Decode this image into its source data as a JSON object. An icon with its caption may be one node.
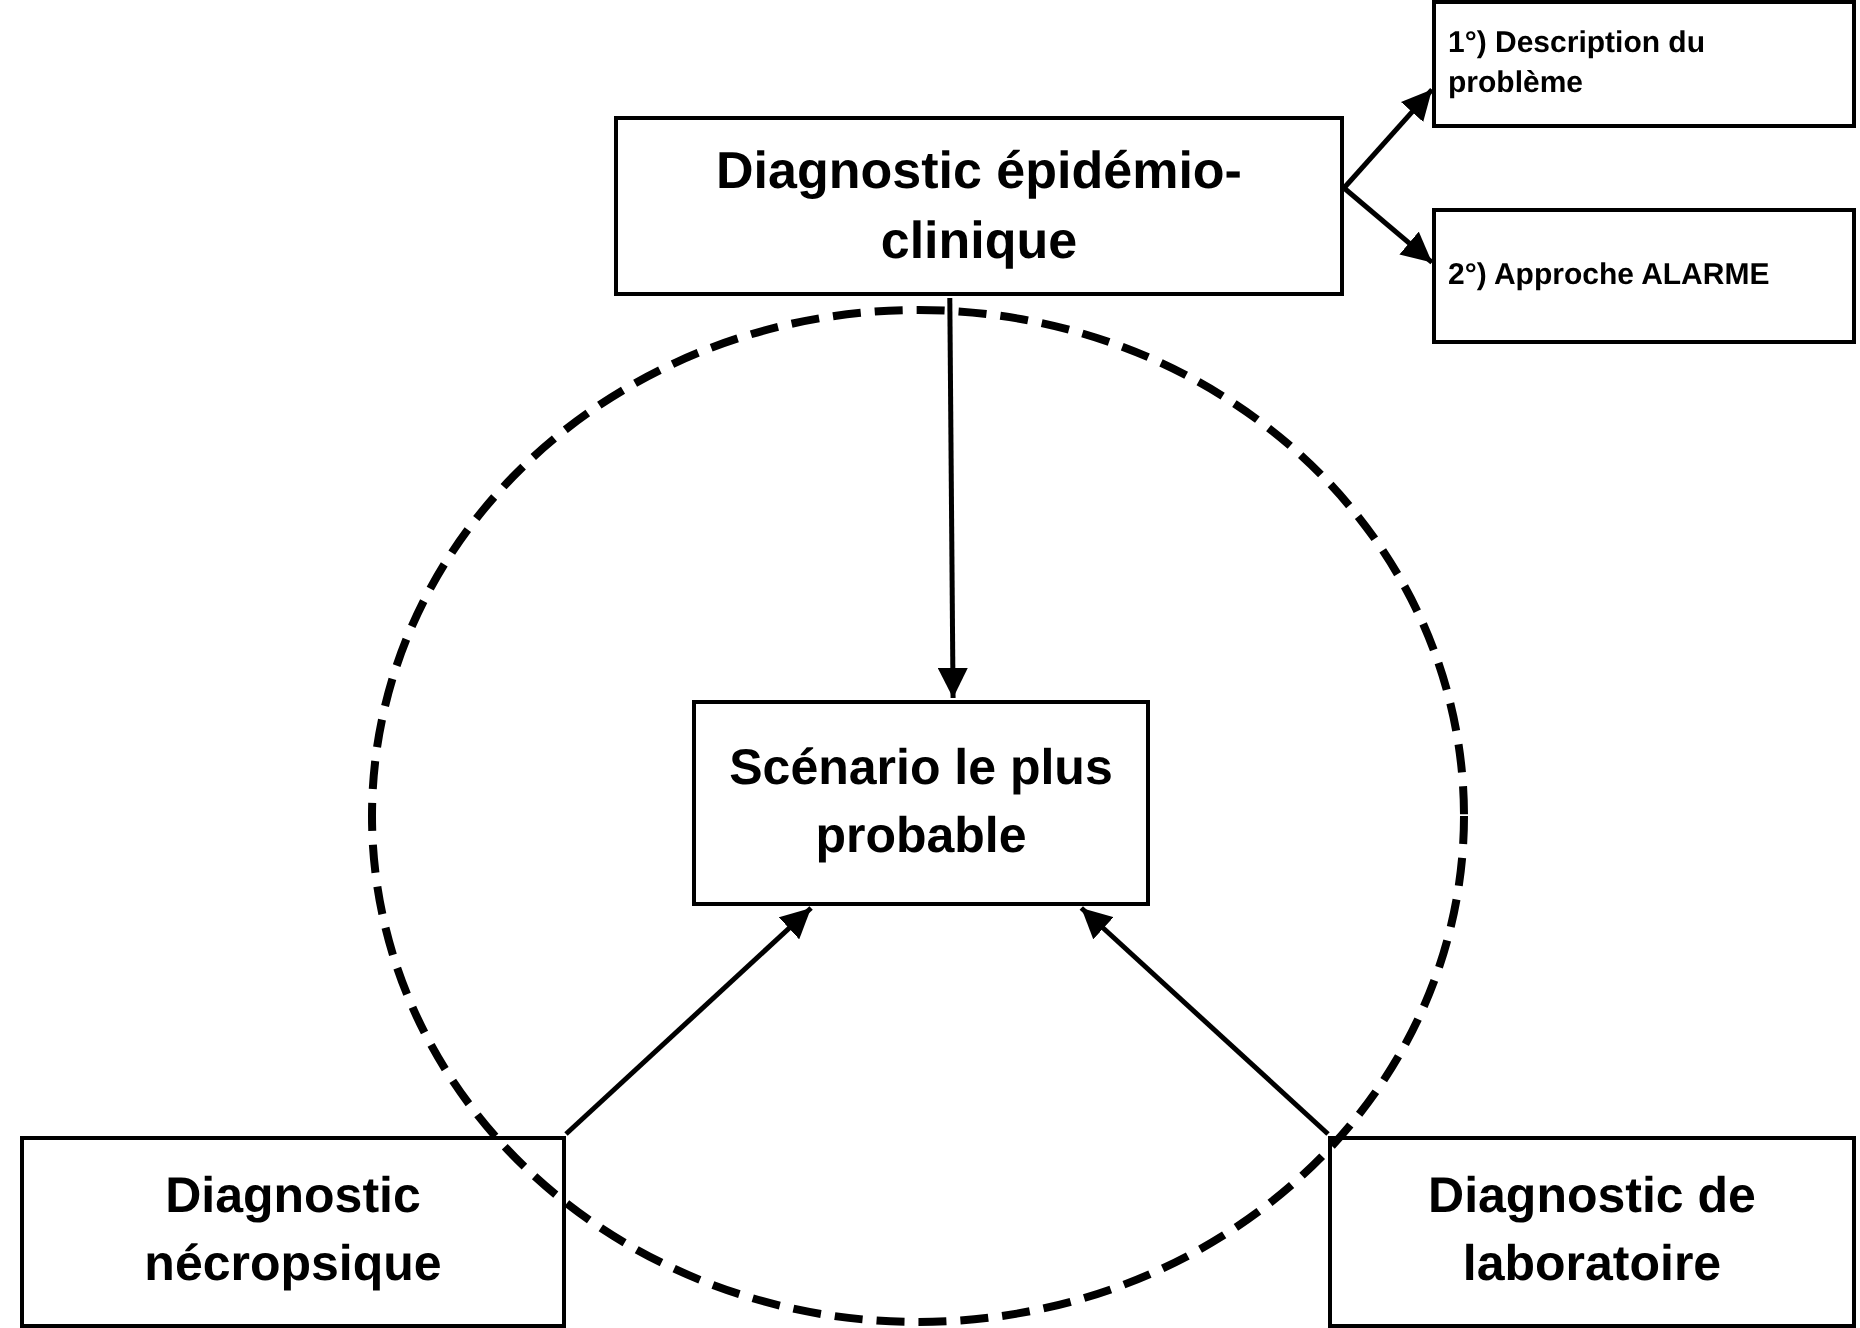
{
  "diagram": {
    "nodes": [
      {
        "text": [
          "Diagnostic épidémio-clinique"
        ]
      },
      {
        "text": [
          "1°) Description du problème"
        ]
      },
      {
        "text": [
          "2°) Approche ALARME"
        ]
      },
      {
        "text": [],
        "shape": "circle"
      },
      {
        "text": [
          "Scénario le plus probable"
        ],
        "in": 3
      },
      {
        "text": [
          "Diagnostic nécropsique"
        ]
      },
      {
        "text": [
          "Diagnostic de laboratoire"
        ]
      }
    ],
    "edges": [
      {
        "from": 0,
        "to": 1,
        "arrow": "to"
      },
      {
        "from": 0,
        "to": 2,
        "arrow": "to"
      },
      {
        "from": 0,
        "to": 4,
        "arrow": "to"
      },
      {
        "from": 5,
        "to": 4,
        "arrow": "to"
      },
      {
        "from": 6,
        "to": 4,
        "arrow": "to"
      }
    ]
  }
}
